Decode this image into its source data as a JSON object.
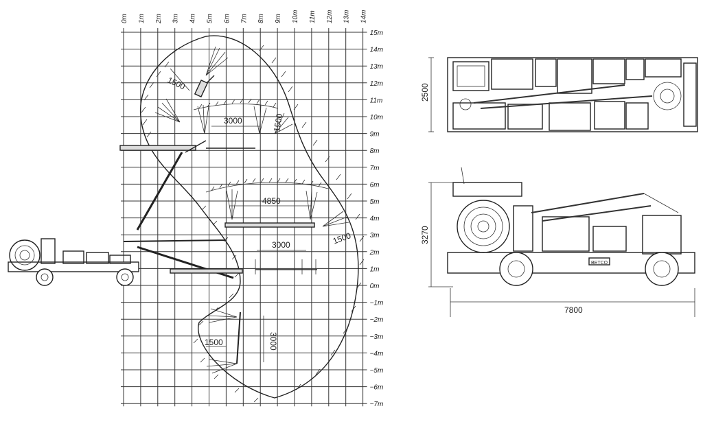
{
  "reach_diagram": {
    "x_axis_labels": [
      "0m",
      "1m",
      "2m",
      "3m",
      "4m",
      "5m",
      "6m",
      "7m",
      "8m",
      "9m",
      "10m",
      "11m",
      "12m",
      "13m",
      "14m"
    ],
    "y_axis_labels": [
      "15m",
      "14m",
      "13m",
      "12m",
      "11m",
      "10m",
      "9m",
      "8m",
      "7m",
      "6m",
      "5m",
      "4m",
      "3m",
      "2m",
      "1m",
      "0m",
      "−1m",
      "−2m",
      "−3m",
      "−4m",
      "−5m",
      "−6m",
      "−7m"
    ],
    "dimensions": [
      "1500",
      "3000",
      "1500",
      "4850",
      "1500",
      "3000",
      "3000",
      "1500"
    ]
  },
  "top_view": {
    "width_dimension": "2500"
  },
  "side_view": {
    "height_dimension": "3270",
    "length_dimension": "7800",
    "brand_plate": "BETCO"
  }
}
